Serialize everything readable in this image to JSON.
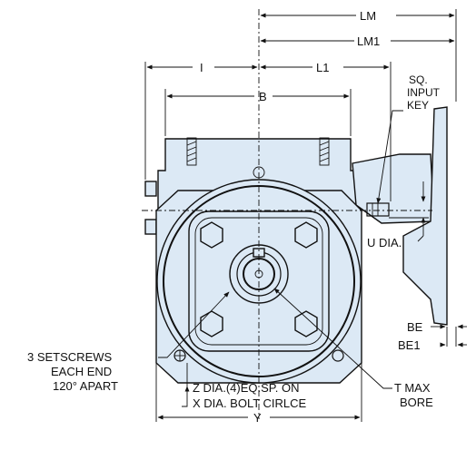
{
  "labels": {
    "lm": "LM",
    "lm1": "LM1",
    "i": "I",
    "l1": "L1",
    "b": "B",
    "sq_input_key_1": "SQ.",
    "sq_input_key_2": "INPUT",
    "sq_input_key_3": "KEY",
    "u_dia": "U DIA.",
    "be": "BE",
    "be1": "BE1",
    "setscrews_1": "3 SETSCREWS",
    "setscrews_2": "EACH END",
    "setscrews_3": "120° APART",
    "z_dia_1": "Z DIA.(4)EQ.SP. ON",
    "z_dia_2": "X DIA. BOLT CIRLCE",
    "t_max_1": "T MAX",
    "t_max_2": "BORE",
    "y": "Y"
  },
  "colors": {
    "body_fill": "#dce9f5",
    "line": "#111111"
  }
}
